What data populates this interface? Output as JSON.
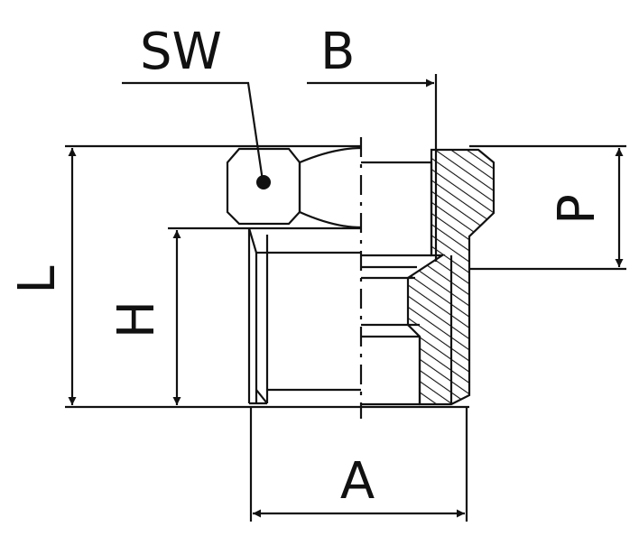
{
  "labels": {
    "sw": "SW",
    "b": "B",
    "l": "L",
    "h": "H",
    "p": "P",
    "a": "A"
  },
  "colors": {
    "line": "#111111",
    "background": "#ffffff"
  }
}
